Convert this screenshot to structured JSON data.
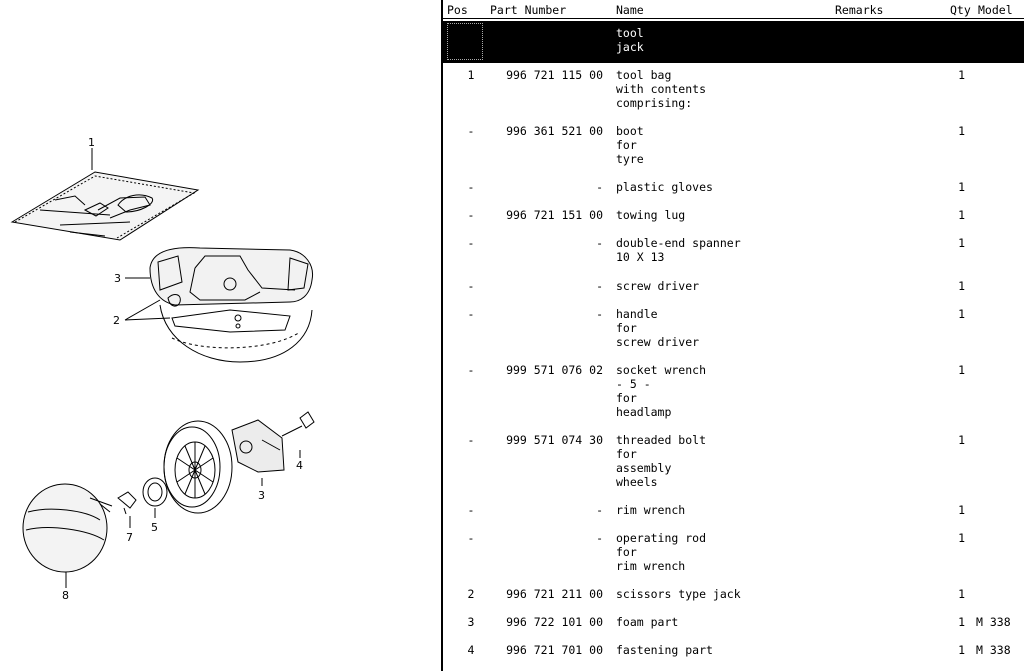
{
  "headers": {
    "pos": "Pos",
    "part": "Part Number",
    "name": "Name",
    "remarks": "Remarks",
    "qty": "Qty",
    "model": "Model"
  },
  "group": {
    "lines": [
      "tool",
      "jack"
    ]
  },
  "rows": [
    {
      "pos": "1",
      "part": "996 721 115 00",
      "name": [
        "tool bag",
        "with contents",
        "comprising:"
      ],
      "qty": "1",
      "model": ""
    },
    {
      "pos": "-",
      "part": "996 361 521 00",
      "name": [
        "boot",
        "for",
        "tyre"
      ],
      "qty": "1",
      "model": ""
    },
    {
      "pos": "-",
      "part": "-",
      "name": [
        "plastic gloves"
      ],
      "qty": "1",
      "model": ""
    },
    {
      "pos": "-",
      "part": "996 721 151 00",
      "name": [
        "towing lug"
      ],
      "qty": "1",
      "model": ""
    },
    {
      "pos": "-",
      "part": "-",
      "name": [
        "double-end spanner",
        "10 X 13"
      ],
      "qty": "1",
      "model": ""
    },
    {
      "pos": "-",
      "part": "-",
      "name": [
        "screw driver"
      ],
      "qty": "1",
      "model": ""
    },
    {
      "pos": "-",
      "part": "-",
      "name": [
        "handle",
        "for",
        "screw driver"
      ],
      "qty": "1",
      "model": ""
    },
    {
      "pos": "-",
      "part": "999 571 076 02",
      "name": [
        "socket wrench",
        "- 5 -",
        "for",
        "headlamp"
      ],
      "qty": "1",
      "model": ""
    },
    {
      "pos": "-",
      "part": "999 571 074 30",
      "name": [
        "threaded bolt",
        "for",
        "assembly",
        "wheels"
      ],
      "qty": "1",
      "model": ""
    },
    {
      "pos": "-",
      "part": "-",
      "name": [
        "rim wrench"
      ],
      "qty": "1",
      "model": ""
    },
    {
      "pos": "-",
      "part": "-",
      "name": [
        "operating rod",
        "for",
        "rim wrench"
      ],
      "qty": "1",
      "model": ""
    },
    {
      "pos": "2",
      "part": "996 721 211 00",
      "name": [
        "scissors type jack"
      ],
      "qty": "1",
      "model": ""
    },
    {
      "pos": "3",
      "part": "996 722 101 00",
      "name": [
        "foam part"
      ],
      "qty": "1",
      "model": "M 338"
    },
    {
      "pos": "4",
      "part": "996 721 701 00",
      "name": [
        "fastening part"
      ],
      "qty": "1",
      "model": "M 338"
    }
  ],
  "callouts": [
    "1",
    "2",
    "3",
    "3",
    "4",
    "5",
    "7",
    "8"
  ]
}
